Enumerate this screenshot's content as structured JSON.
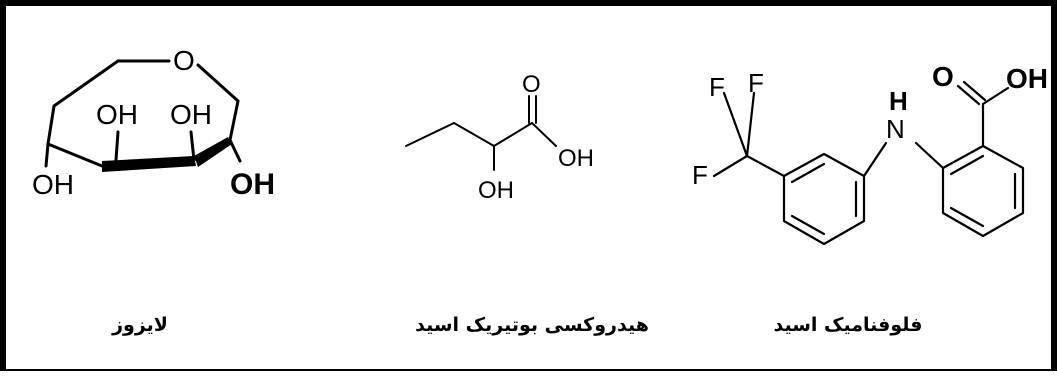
{
  "colors": {
    "ink": "#000000",
    "background": "#ffffff"
  },
  "compounds": [
    {
      "name": "لایزوز",
      "atoms": {
        "ring_o": "O",
        "oh_1": "OH",
        "oh_2": "OH",
        "oh_3": "OH",
        "oh_4": "OH"
      }
    },
    {
      "name": "هیدروکسی بوتیریک اسید",
      "atoms": {
        "carbonyl_o": "O",
        "acid_oh": "OH",
        "hydroxy_oh": "OH"
      }
    },
    {
      "name": "فلوفنامیک اسید",
      "atoms": {
        "f_1": "F",
        "f_2": "F",
        "f_3": "F",
        "amine_h": "H",
        "amine_n": "N",
        "carbonyl_o": "O",
        "acid_oh": "OH"
      }
    }
  ]
}
